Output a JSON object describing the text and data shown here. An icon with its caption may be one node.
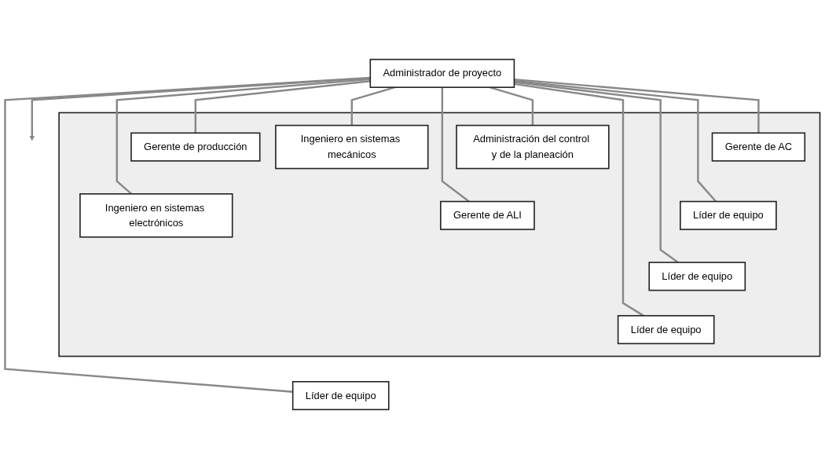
{
  "diagram": {
    "nodes": [
      {
        "text": [],
        "shape": "box"
      },
      {
        "text": [
          "Administrador de proyecto"
        ]
      },
      {
        "text": [
          "Gerente de producción"
        ],
        "in": 0
      },
      {
        "text": [
          "Administración del control y de la planeación"
        ],
        "in": 0
      },
      {
        "text": [
          "Ingeniero en sistemas electrónicos"
        ],
        "in": 0
      },
      {
        "text": [
          "Ingeniero en sistemas mecánicos"
        ],
        "in": 0
      },
      {
        "text": [
          "Gerente de AC"
        ],
        "in": 0
      },
      {
        "text": [
          "Gerente de ALI"
        ],
        "in": 0
      },
      {
        "text": [
          "Líder de equipo"
        ],
        "in": 0
      },
      {
        "text": [
          "Líder de equipo"
        ],
        "in": 0
      },
      {
        "text": [
          "Líder de equipo"
        ],
        "in": 0
      },
      {
        "text": [
          "Líder de equipo"
        ]
      }
    ],
    "edges": [
      {
        "from": 1,
        "to": 2,
        "arrow": "none"
      },
      {
        "from": 1,
        "to": 3,
        "arrow": "none"
      },
      {
        "from": 1,
        "to": 4,
        "arrow": "none"
      },
      {
        "from": 1,
        "to": 5,
        "arrow": "none"
      },
      {
        "from": 1,
        "to": 6,
        "arrow": "none"
      },
      {
        "from": 1,
        "to": 7,
        "arrow": "none"
      },
      {
        "from": 1,
        "to": 8,
        "arrow": "none"
      },
      {
        "from": 1,
        "to": 9,
        "arrow": "none"
      },
      {
        "from": 1,
        "to": 10,
        "arrow": "none"
      },
      {
        "from": 1,
        "to": 11,
        "arrow": "none"
      },
      {
        "from": 1,
        "to": null,
        "arrow": "to"
      }
    ]
  }
}
